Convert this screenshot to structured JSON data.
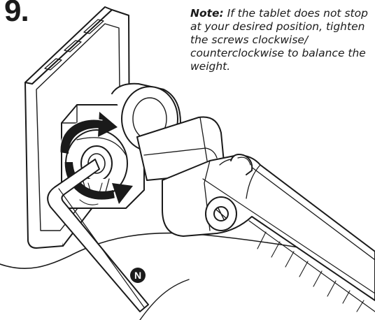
{
  "step": {
    "number": "9."
  },
  "note": {
    "label": "Note:",
    "text": "If the tablet does not stop at your desired position, tighten the screws clockwise/ counterclockwise to balance the weight."
  },
  "callout": {
    "letter": "N",
    "icon": "part-callout-badge"
  },
  "colors": {
    "ink": "#1a1a1a",
    "background": "#ffffff"
  }
}
